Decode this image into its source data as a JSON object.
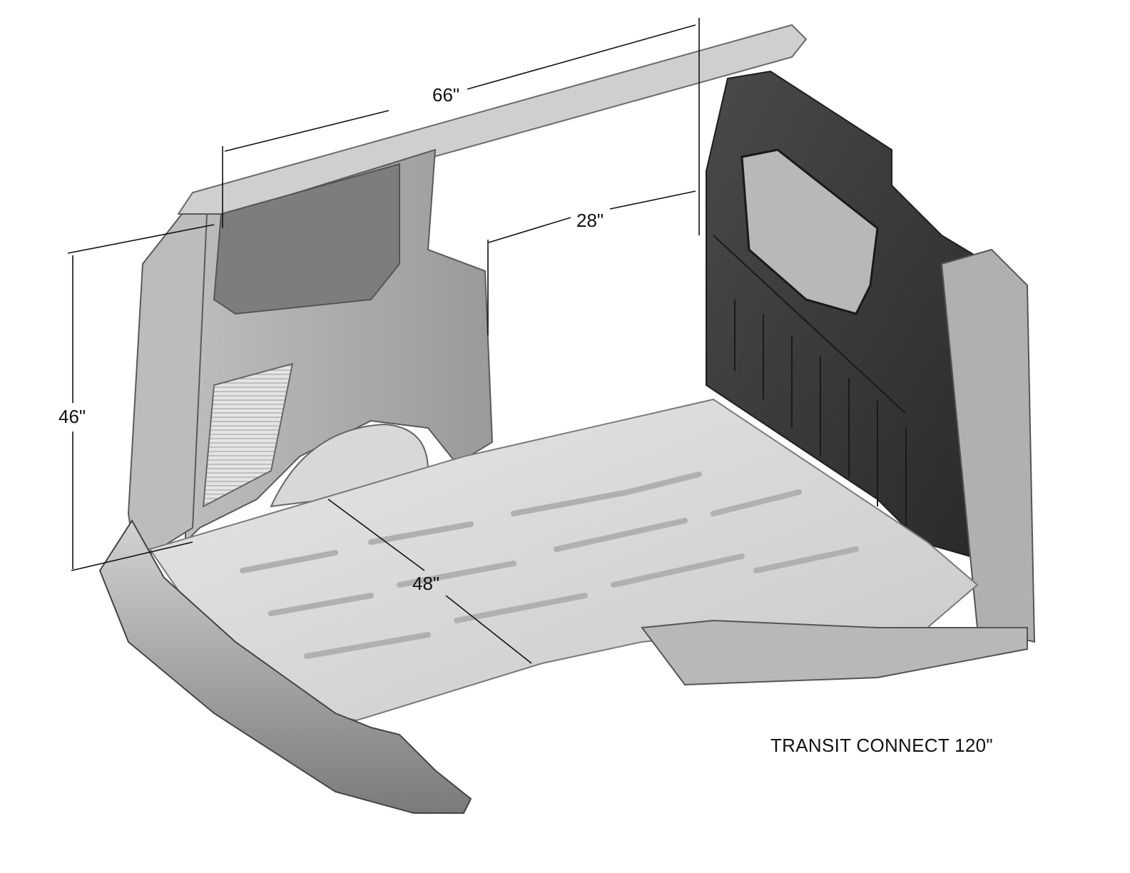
{
  "diagram": {
    "subject": "cargo-area-3d-render",
    "model_label": "TRANSIT CONNECT 120\"",
    "dimensions": {
      "length": "66\"",
      "between_wheel_wells": "28\"",
      "height": "46\"",
      "width": "48\""
    }
  },
  "colors": {
    "background": "#ffffff",
    "dimension_line": "#111111",
    "panel_light": "#d9d9d9",
    "panel_mid": "#a8a8a8",
    "panel_dark": "#3c3c3c"
  }
}
